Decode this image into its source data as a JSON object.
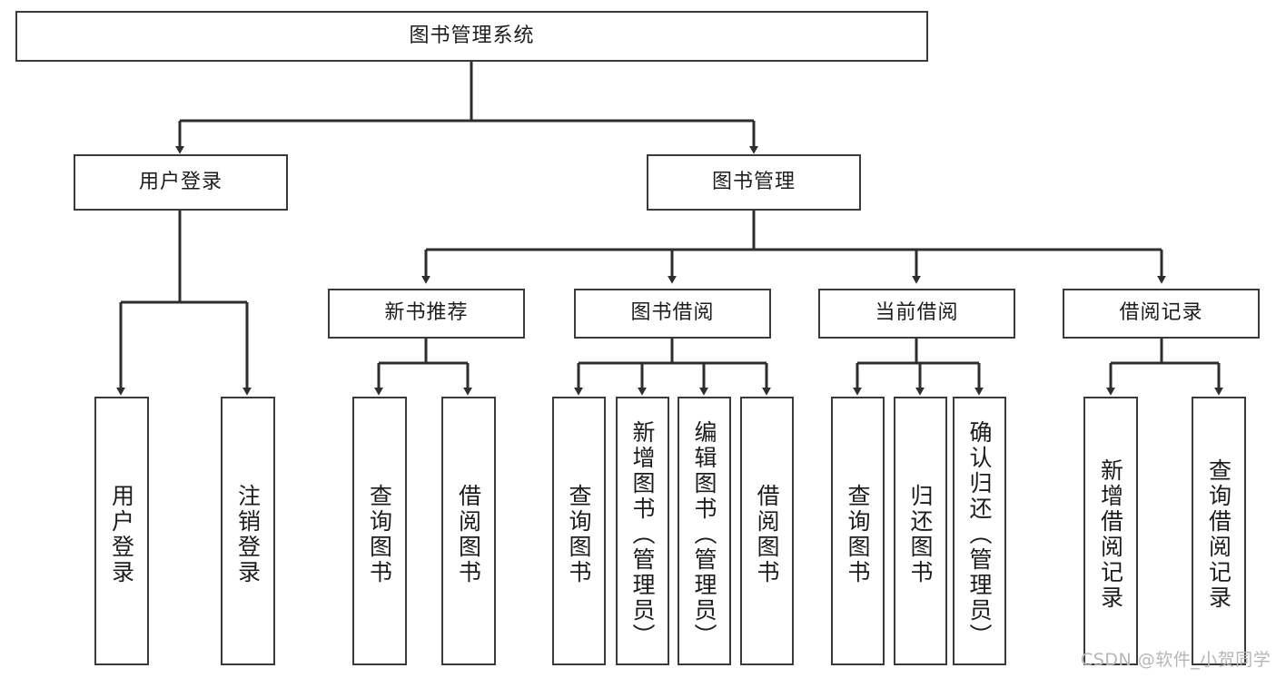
{
  "diagram": {
    "title": "图书管理系统",
    "type": "tree-structure-chart",
    "root": {
      "label": "图书管理系统"
    },
    "level2": [
      {
        "label": "用户登录"
      },
      {
        "label": "图书管理"
      }
    ],
    "level3": [
      {
        "label": "新书推荐"
      },
      {
        "label": "图书借阅"
      },
      {
        "label": "当前借阅"
      },
      {
        "label": "借阅记录"
      }
    ],
    "leaves": {
      "user_login": [
        {
          "label": "用户登录"
        },
        {
          "label": "注销登录"
        }
      ],
      "new_book_recommend": [
        {
          "label": "查询图书"
        },
        {
          "label": "借阅图书"
        }
      ],
      "book_borrow": [
        {
          "label": "查询图书"
        },
        {
          "label": "新增图书（管理员）"
        },
        {
          "label": "编辑图书（管理员）"
        },
        {
          "label": "借阅图书"
        }
      ],
      "current_borrow": [
        {
          "label": "查询图书"
        },
        {
          "label": "归还图书"
        },
        {
          "label": "确认归还（管理员）"
        }
      ],
      "borrow_record": [
        {
          "label": "新增借阅记录"
        },
        {
          "label": "查询借阅记录"
        }
      ]
    }
  },
  "watermark": {
    "text": "CSDN @软件_小贺同学"
  },
  "colors": {
    "border": "#3a3a3a",
    "text": "#1c1c1c",
    "line": "#2e2e2e",
    "background": "#ffffff",
    "watermark": "#b6b6b6"
  }
}
